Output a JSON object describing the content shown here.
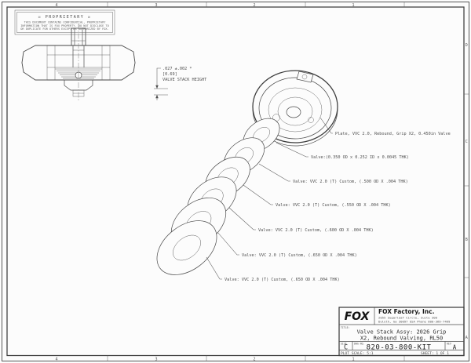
{
  "border": {
    "zones_top": [
      "4",
      "3",
      "2",
      "1"
    ],
    "zones_bottom": [
      "4",
      "3",
      "2",
      "1"
    ],
    "zones_right": [
      "D",
      "C",
      "B",
      "A"
    ]
  },
  "proprietary": {
    "title": "☒ PROPRIETARY ☒",
    "line1": "THIS DOCUMENT CONTAINS CONFIDENTIAL, PROPRIETARY",
    "line2": "INFORMATION THAT IS FOX PROPERTY. DO NOT DISCLOSE TO",
    "line3": "OR DUPLICATE FOR OTHERS EXCEPT AS AUTHORIZED BY FOX."
  },
  "dimension": {
    "value": ".027 ±.002 *",
    "metric": "[0.69]",
    "label": "VALVE STACK HEIGHT"
  },
  "callouts": [
    "Plate, VVC 2.0, Rebound, Grip X2, 0.450in Valve",
    "Valve:(0.350 OD x 0.252 ID x 0.0045 THK)",
    "Valve: VVC 2.0 (T) Custom, (.500 OD X .004 THK)",
    "Valve: VVC 2.0 (T) Custom, (.550 OD X .004 THK)",
    "Valve: VVC 2.0 (T) Custom, (.600 OD X .004 THK)",
    "Valve: VVC 2.0 (T) Custom, (.650 OD X .004 THK)",
    "Valve: VVC 2.0 (T) Custom, (.650 OD X .004 THK)"
  ],
  "title_block": {
    "logo": "FOX",
    "company": "FOX Factory, Inc.",
    "address1": "2055 Sugarloaf Circle, Suite 300",
    "address2": "Duluth, Ga 30097 USA Phone 800-369-7469",
    "title_label": "TITLE:",
    "title_line1": "Valve Stack Assy: 2026 Grip",
    "title_line2": "X2, Rebound Valving, RL50",
    "size_label": "SIZE",
    "size": "C",
    "dwg_label": "DWG NO.",
    "dwg_no": "820-03-800-KIT",
    "rev_label": "REV",
    "rev": "A",
    "plot_scale": "PLOT SCALE: 5:1",
    "sheet": "SHEET: 1 OF 1"
  }
}
